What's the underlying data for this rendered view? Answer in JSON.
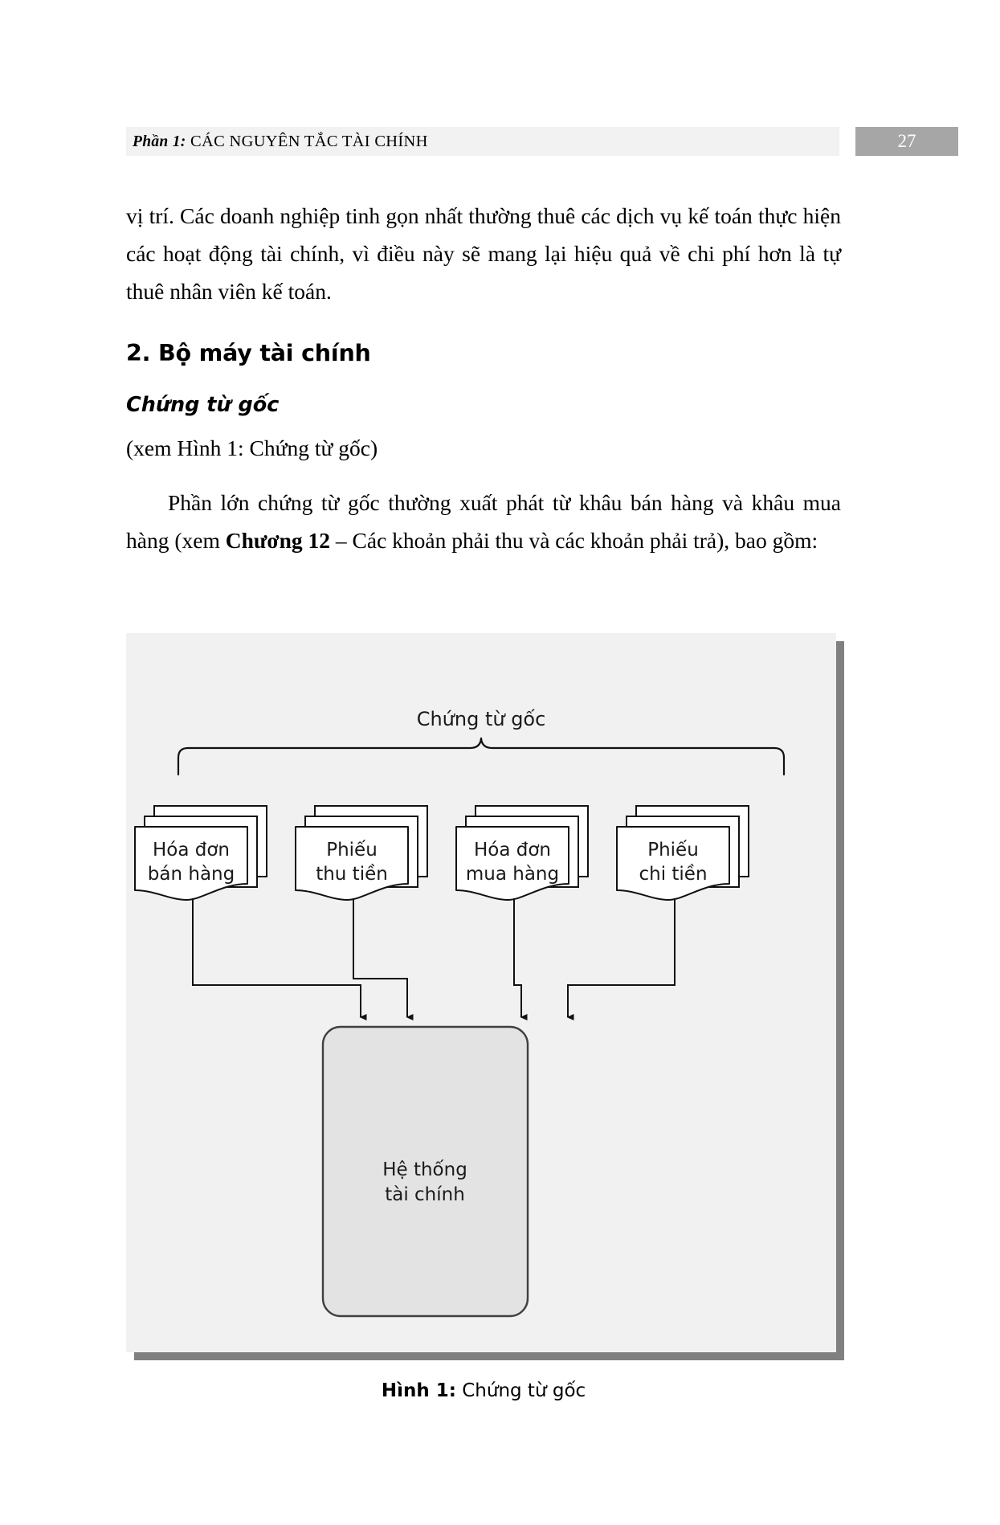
{
  "running_head": {
    "part_label": "Phần 1:",
    "title": "CÁC NGUYÊN TẮC TÀI CHÍNH",
    "page_number": "27",
    "band_color": "#f2f2f2",
    "page_number_box_color": "#a6a6a6"
  },
  "body": {
    "paragraph_1": "vị trí. Các doanh nghiệp tinh gọn nhất thường thuê các dịch vụ kế toán thực hiện các hoạt động tài chính, vì điều này sẽ mang lại hiệu quả về chi phí hơn là tự thuê nhân viên kế toán.",
    "section_heading": "2. Bộ máy tài chính",
    "subsection_heading": "Chứng từ gốc",
    "see_figure_note": "(xem Hình 1: Chứng từ gốc)",
    "paragraph_2_part_1": "Phần lớn chứng từ gốc thường xuất phát từ khâu bán hàng và khâu mua hàng (xem ",
    "paragraph_2_bold": "Chương 12",
    "paragraph_2_part_2": " – Các khoản phải thu và các khoản phải trả), bao gồm:"
  },
  "figure": {
    "canvas_color": "#f1f1f1",
    "shadow_color": "#808080",
    "brace_label": "Chứng từ gốc",
    "documents": [
      {
        "line1": "Hóa đơn",
        "line2": "bán hàng"
      },
      {
        "line1": "Phiếu",
        "line2": "thu tiền"
      },
      {
        "line1": "Hóa đơn",
        "line2": "mua hàng"
      },
      {
        "line1": "Phiếu",
        "line2": "chi tiền"
      }
    ],
    "system_box": {
      "line1": "Hệ thống",
      "line2": "tài chính",
      "fill": "#e3e3e3",
      "stroke": "#404040"
    },
    "caption_label": "Hình 1:",
    "caption_text": "Chứng từ gốc"
  }
}
